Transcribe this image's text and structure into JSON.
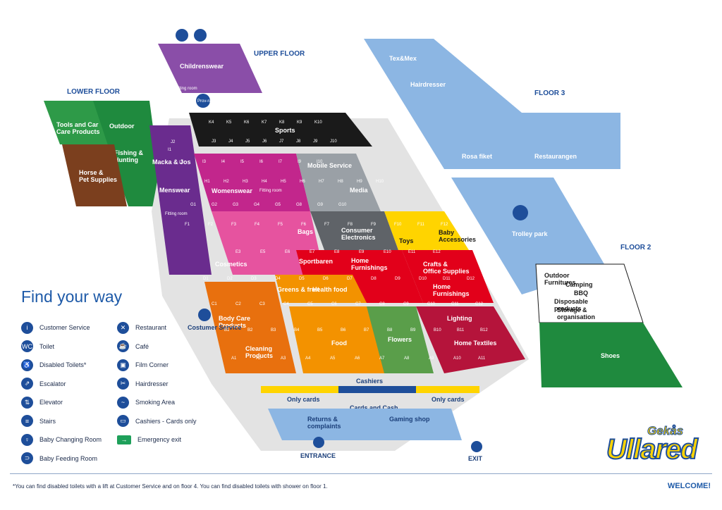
{
  "floors": {
    "lower": "LOWER FLOOR",
    "upper": "UPPER FLOOR",
    "floor3": "FLOOR 3",
    "floor2": "FLOOR 2"
  },
  "areas": {
    "childrenswear": "Childrenswear",
    "fitting_room_upper": "Fitting room",
    "prov_rum": "Prov-rum",
    "tools": "Tools and Car Care Products",
    "outdoor": "Outdoor",
    "fishing": "Fishing & Hunting",
    "horse": "Horse & Pet Supplies",
    "sports": "Sports",
    "macka": "Macka & Jos",
    "menswear": "Menswear",
    "fitting_men": "Fitting room",
    "womenswear": "Womenswear",
    "fitting_women": "Fitting room",
    "mobile": "Mobile Service",
    "media": "Media",
    "bags": "Bags",
    "consumer": "Consumer Electronics",
    "toys": "Toys",
    "baby": "Baby Accessories",
    "cosmetics": "Cosmetics",
    "sportbaren": "Sportbaren",
    "home_furn_a": "Home Furnishings",
    "crafts": "Crafts & Office Supplies",
    "home_furn_b": "Home Furnishings",
    "greens": "Greens & fruit",
    "health": "Health food",
    "body_care": "Body Care Products",
    "cleaning": "Cleaning Products",
    "food": "Food",
    "flowers": "Flowers",
    "lighting": "Lighting",
    "home_textiles": "Home Textiles",
    "costumer_service": "Costumer Service",
    "cashiers": "Cashiers",
    "only_cards_left": "Only cards",
    "only_cards_right": "Only cards",
    "cards_cash": "Cards and Cash",
    "returns": "Returns & complaints",
    "gaming": "Gaming shop",
    "entrance": "ENTRANCE",
    "exit": "EXIT",
    "texmex": "Tex&Mex",
    "hairdresser": "Hairdresser",
    "rosa": "Rosa fiket",
    "restaurangen": "Restaurangen",
    "trolley": "Trolley park",
    "outdoor_furn": "Outdoor Furnitures",
    "camping": "Camping",
    "bbq": "BBQ",
    "disposable": "Disposable products",
    "storage": "Storage & organisation",
    "shoes": "Shoes"
  },
  "codes": {
    "sports_row1": [
      "K4",
      "K5",
      "K6",
      "K7",
      "K8",
      "K9",
      "K10"
    ],
    "sports_row2": [
      "J3",
      "J4",
      "J5",
      "J6",
      "J7",
      "J8",
      "J9",
      "J10"
    ],
    "row_i": [
      "I3",
      "I4",
      "I5",
      "I6",
      "I7",
      "I9",
      "I10"
    ],
    "row_h": [
      "H1",
      "H2",
      "H3",
      "H4",
      "H5",
      "H6",
      "H7",
      "H8",
      "H9",
      "H10"
    ],
    "row_g": [
      "G1",
      "G2",
      "G3",
      "G4",
      "G5",
      "G8",
      "G9",
      "G10"
    ],
    "row_f": [
      "F1",
      "F2",
      "F3",
      "F4",
      "F5",
      "F6",
      "F7",
      "F8",
      "F9",
      "F10",
      "F11",
      "F12"
    ],
    "row_e": [
      "E3",
      "E5",
      "E6",
      "E7",
      "E8",
      "E9",
      "E10",
      "E11",
      "E12"
    ],
    "row_d": [
      "D1",
      "D2",
      "D3",
      "D4",
      "D5",
      "D6",
      "D7",
      "D8",
      "D9",
      "D10",
      "D11",
      "D12"
    ],
    "row_c": [
      "C1",
      "C2",
      "C3",
      "C4",
      "C5",
      "C6",
      "C7",
      "C8",
      "C9",
      "C10",
      "C11",
      "C12"
    ],
    "row_b": [
      "B1",
      "B2",
      "B3",
      "B4",
      "B5",
      "B6",
      "B7",
      "B8",
      "B9",
      "B10",
      "B11",
      "B12"
    ],
    "row_a": [
      "A1",
      "A2",
      "A3",
      "A4",
      "A5",
      "A6",
      "A7",
      "A8",
      "A9",
      "A10",
      "A11"
    ],
    "j2": "J2",
    "i1": "I1",
    "i2": "I2"
  },
  "legend": {
    "title": "Find your way",
    "left": [
      {
        "icon": "i",
        "label": "Customer Service"
      },
      {
        "icon": "WC",
        "label": "Toilet"
      },
      {
        "icon": "♿",
        "label": "Disabled Toilets*"
      },
      {
        "icon": "⇗",
        "label": "Escalator"
      },
      {
        "icon": "⇅",
        "label": "Elevator"
      },
      {
        "icon": "≡",
        "label": "Stairs"
      },
      {
        "icon": "♀",
        "label": "Baby Changing Room"
      },
      {
        "icon": "⊃",
        "label": "Baby Feeding Room"
      }
    ],
    "right": [
      {
        "icon": "✕",
        "label": "Restaurant"
      },
      {
        "icon": "☕",
        "label": "Café"
      },
      {
        "icon": "▣",
        "label": "Film Corner"
      },
      {
        "icon": "✂",
        "label": "Hairdresser"
      },
      {
        "icon": "~",
        "label": "Smoking Area"
      },
      {
        "icon": "▭",
        "label": "Cashiers - Cards only"
      },
      {
        "icon": "→",
        "label": "Emergency exit"
      }
    ]
  },
  "footnote": "*You can find disabled toilets with a lift at Customer Service and on floor 4. You can find disabled toilets with shower on floor 1.",
  "welcome": "WELCOME!",
  "logo": {
    "top": "Gekås",
    "main": "Ullared"
  },
  "colors": {
    "purple": "#7c3aa0",
    "magenta": "#c2268c",
    "pink": "#e6539f",
    "dark_grey": "#5f6368",
    "grey": "#9aa0a6",
    "yellow": "#ffd400",
    "red": "#e2001a",
    "orange": "#f39200",
    "dark_orange": "#e8700e",
    "green": "#2e9a48",
    "brown": "#7b3f1e",
    "light_blue": "#8cb6e3",
    "black": "#1a1a1a",
    "navy": "#1e4e9a",
    "crimson": "#b5143b"
  }
}
